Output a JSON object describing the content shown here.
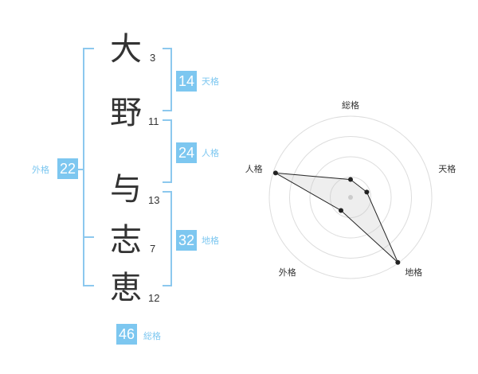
{
  "characters": [
    {
      "char": "大",
      "strokes": "3"
    },
    {
      "char": "野",
      "strokes": "11"
    },
    {
      "char": "与",
      "strokes": "13"
    },
    {
      "char": "志",
      "strokes": "7"
    },
    {
      "char": "恵",
      "strokes": "12"
    }
  ],
  "kaku": {
    "tenkaku": {
      "value": "14",
      "label": "天格"
    },
    "jinkaku": {
      "value": "24",
      "label": "人格"
    },
    "chikaku": {
      "value": "32",
      "label": "地格"
    },
    "gaikaku": {
      "value": "22",
      "label": "外格"
    },
    "soukaku": {
      "value": "46",
      "label": "総格"
    }
  },
  "colors": {
    "accent": "#7dc7f0",
    "bracket": "#8cc8ee",
    "text": "#333333"
  },
  "chart_data": {
    "type": "radar",
    "axes": [
      "総格",
      "天格",
      "地格",
      "外格",
      "人格"
    ],
    "values": [
      0.22,
      0.21,
      0.99,
      0.2,
      0.97
    ],
    "rings": 4,
    "range": [
      0,
      1
    ]
  }
}
